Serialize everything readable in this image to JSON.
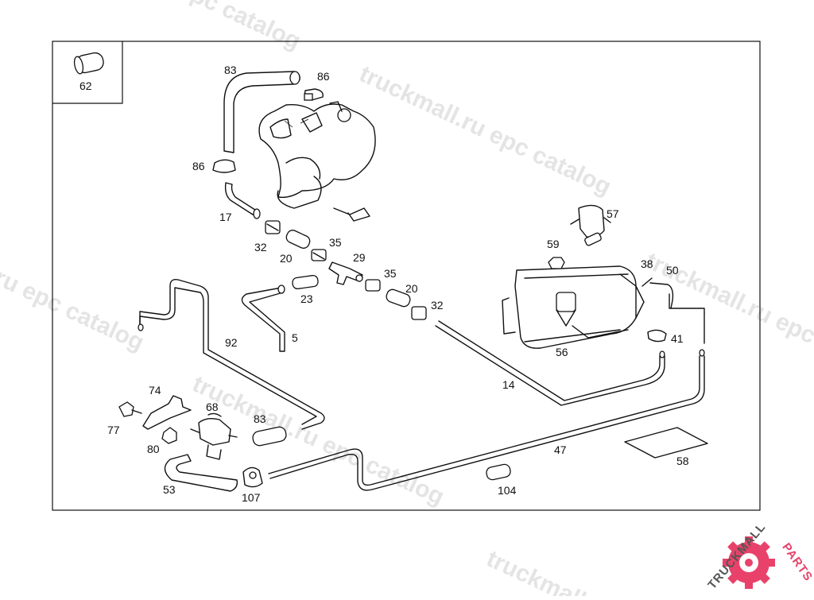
{
  "watermark": {
    "text1": "truckmall.ru epc catalog",
    "text2": "epc catalog",
    "text3": "truckmall.ru",
    "text4": "ru epc catalog",
    "text5": "truckmall.ru epc catalog",
    "text6": "truckmall.ru epc"
  },
  "inset": {
    "label": "62"
  },
  "callouts": {
    "c83a": "83",
    "c86a": "86",
    "c86b": "86",
    "c17": "17",
    "c32a": "32",
    "c20a": "20",
    "c35a": "35",
    "c29": "29",
    "c23": "23",
    "c35b": "35",
    "c20b": "20",
    "c32b": "32",
    "c5": "5",
    "c92": "92",
    "c57": "57",
    "c59": "59",
    "c38": "38",
    "c50": "50",
    "c41": "41",
    "c56": "56",
    "c14": "14",
    "c74": "74",
    "c77": "77",
    "c68": "68",
    "c83b": "83",
    "c80": "80",
    "c53": "53",
    "c107": "107",
    "c47": "47",
    "c104": "104",
    "c58": "58"
  },
  "brand": {
    "line1": "TRUCKMALL",
    "line2": "PARTS",
    "color_primary": "#e8426a",
    "color_secondary": "#555555"
  }
}
